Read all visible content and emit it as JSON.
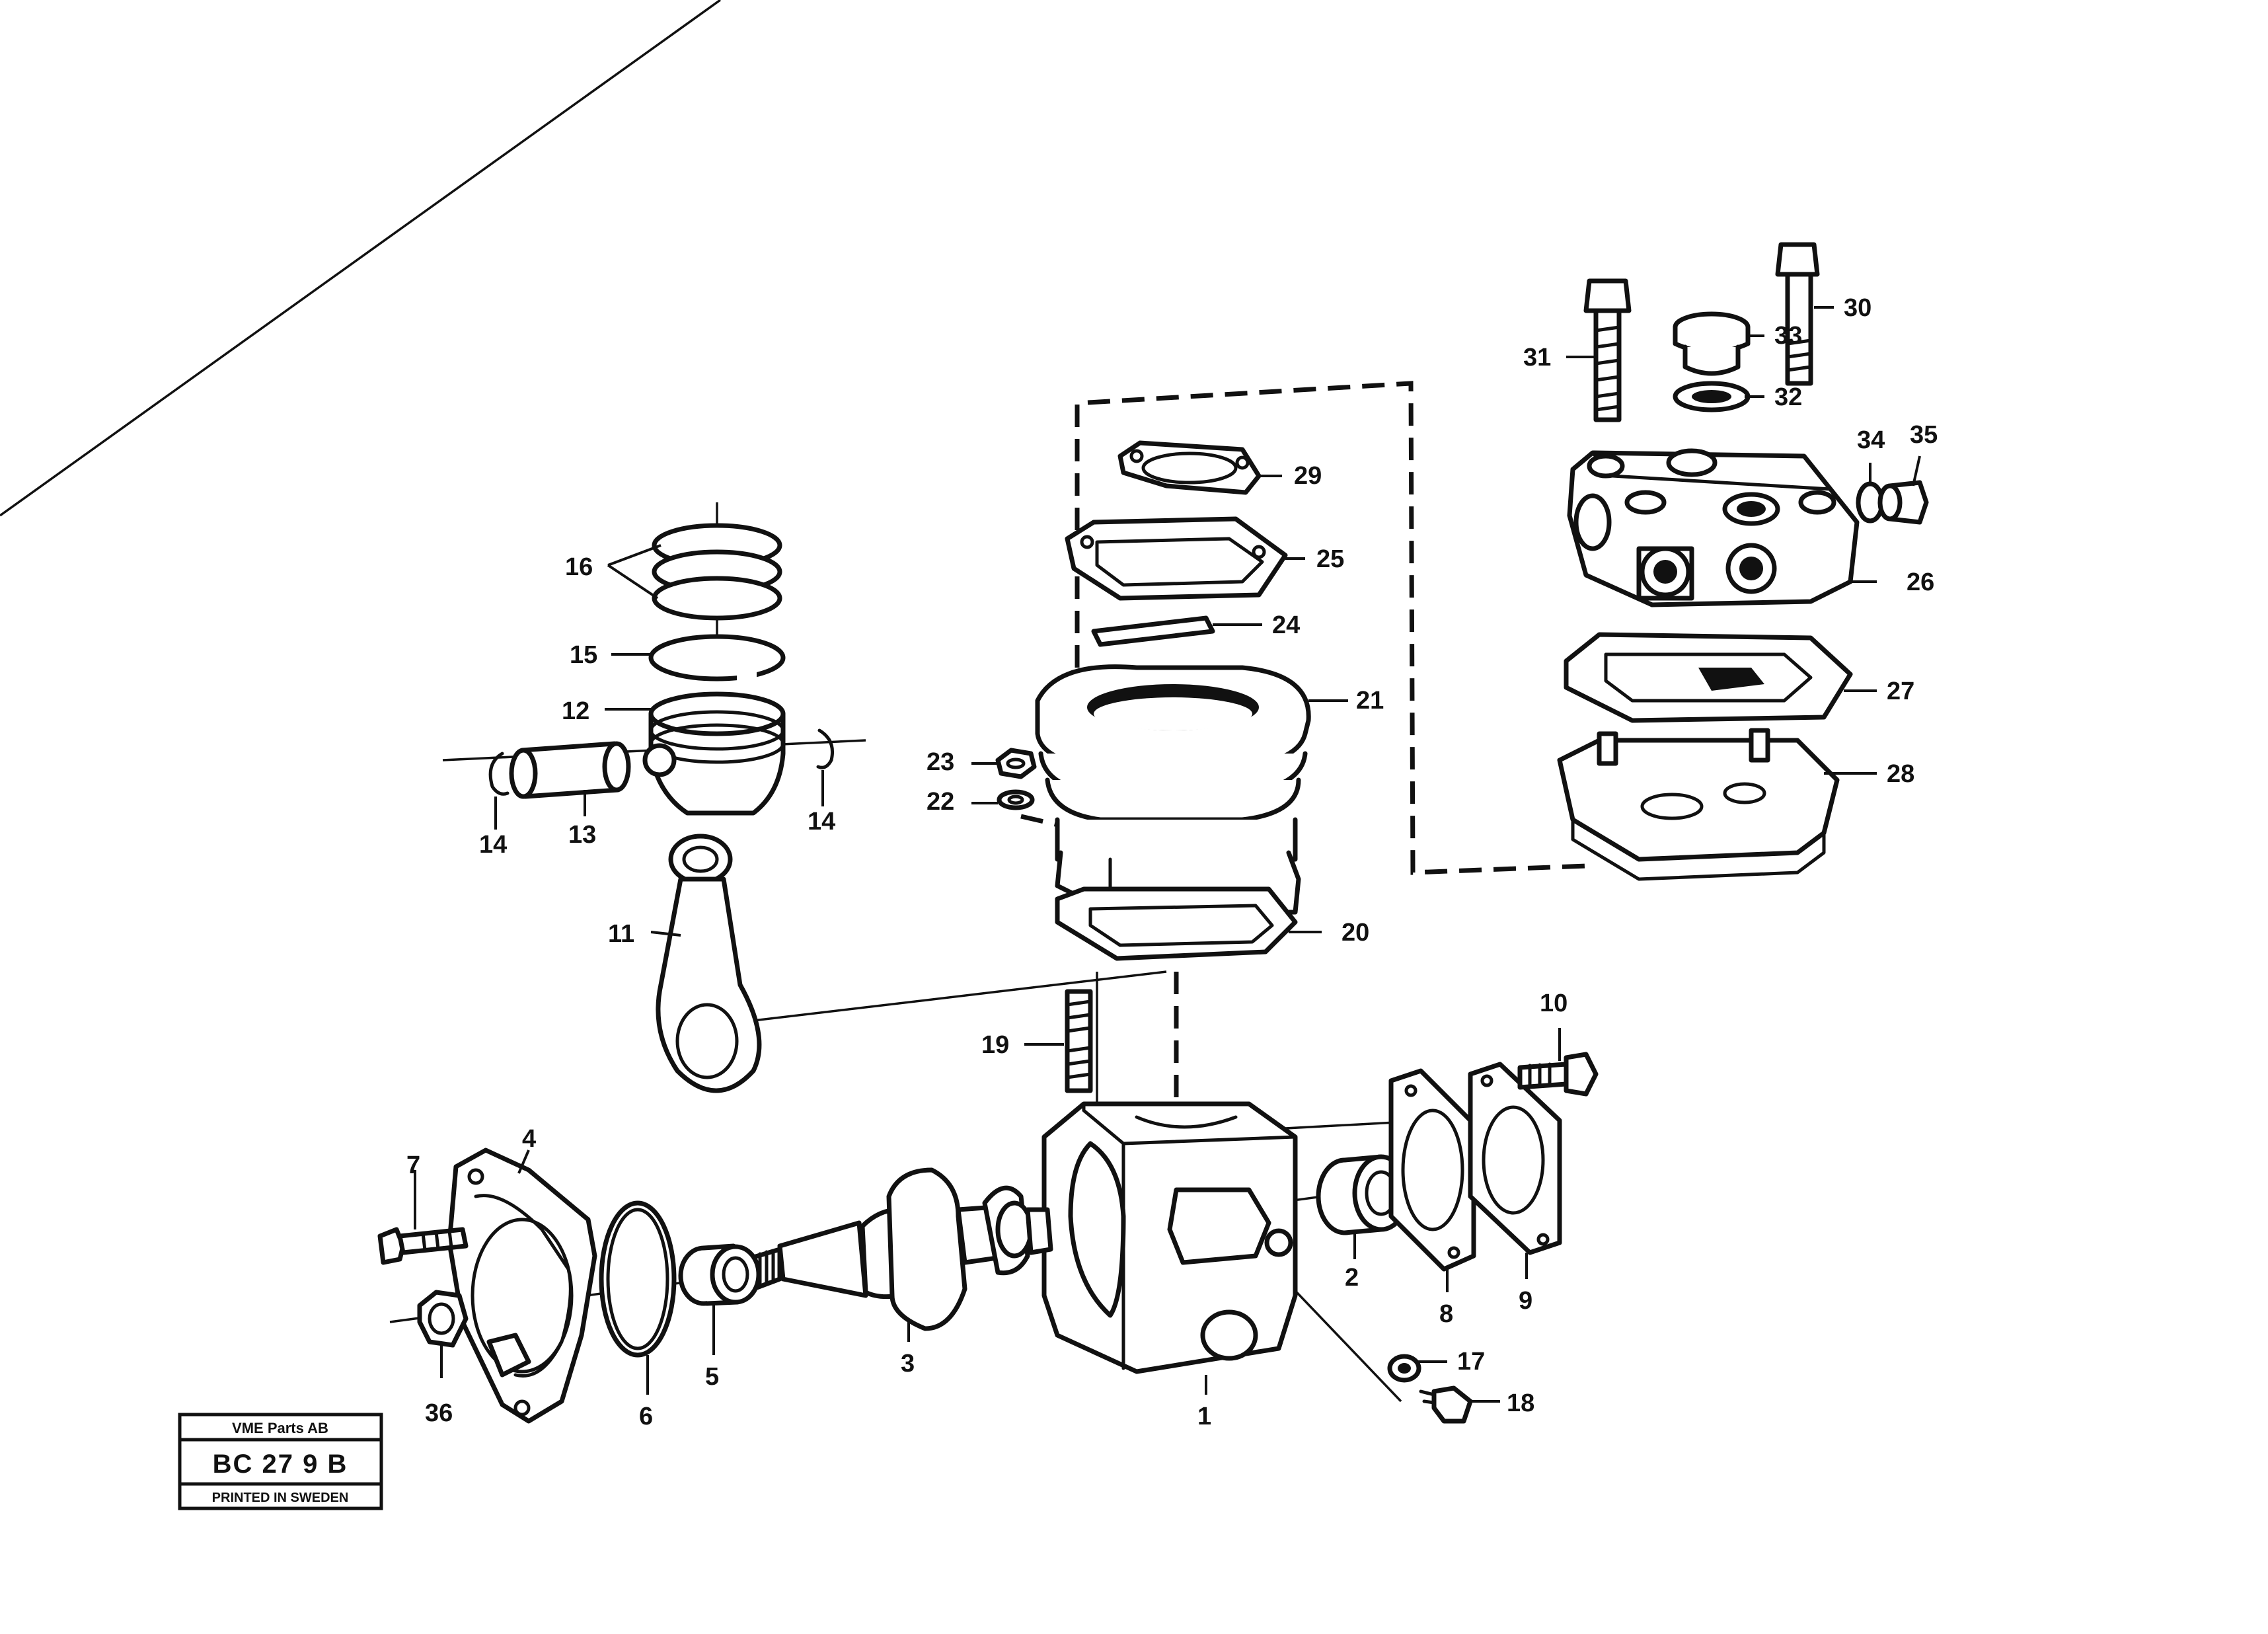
{
  "callouts": {
    "c1": "1",
    "c2": "2",
    "c3": "3",
    "c4": "4",
    "c5": "5",
    "c6": "6",
    "c7": "7",
    "c8": "8",
    "c9": "9",
    "c10": "10",
    "c11": "11",
    "c12": "12",
    "c13": "13",
    "c14a": "14",
    "c14b": "14",
    "c15": "15",
    "c16": "16",
    "c17": "17",
    "c18": "18",
    "c19": "19",
    "c20": "20",
    "c21": "21",
    "c22": "22",
    "c23": "23",
    "c24": "24",
    "c25": "25",
    "c26": "26",
    "c27": "27",
    "c28": "28",
    "c29": "29",
    "c30": "30",
    "c31": "31",
    "c32": "32",
    "c33": "33",
    "c34": "34",
    "c35": "35",
    "c36": "36"
  },
  "stamp": {
    "company": "VME Parts AB",
    "code": "BC 27 9 B",
    "printed": "PRINTED IN SWEDEN"
  }
}
